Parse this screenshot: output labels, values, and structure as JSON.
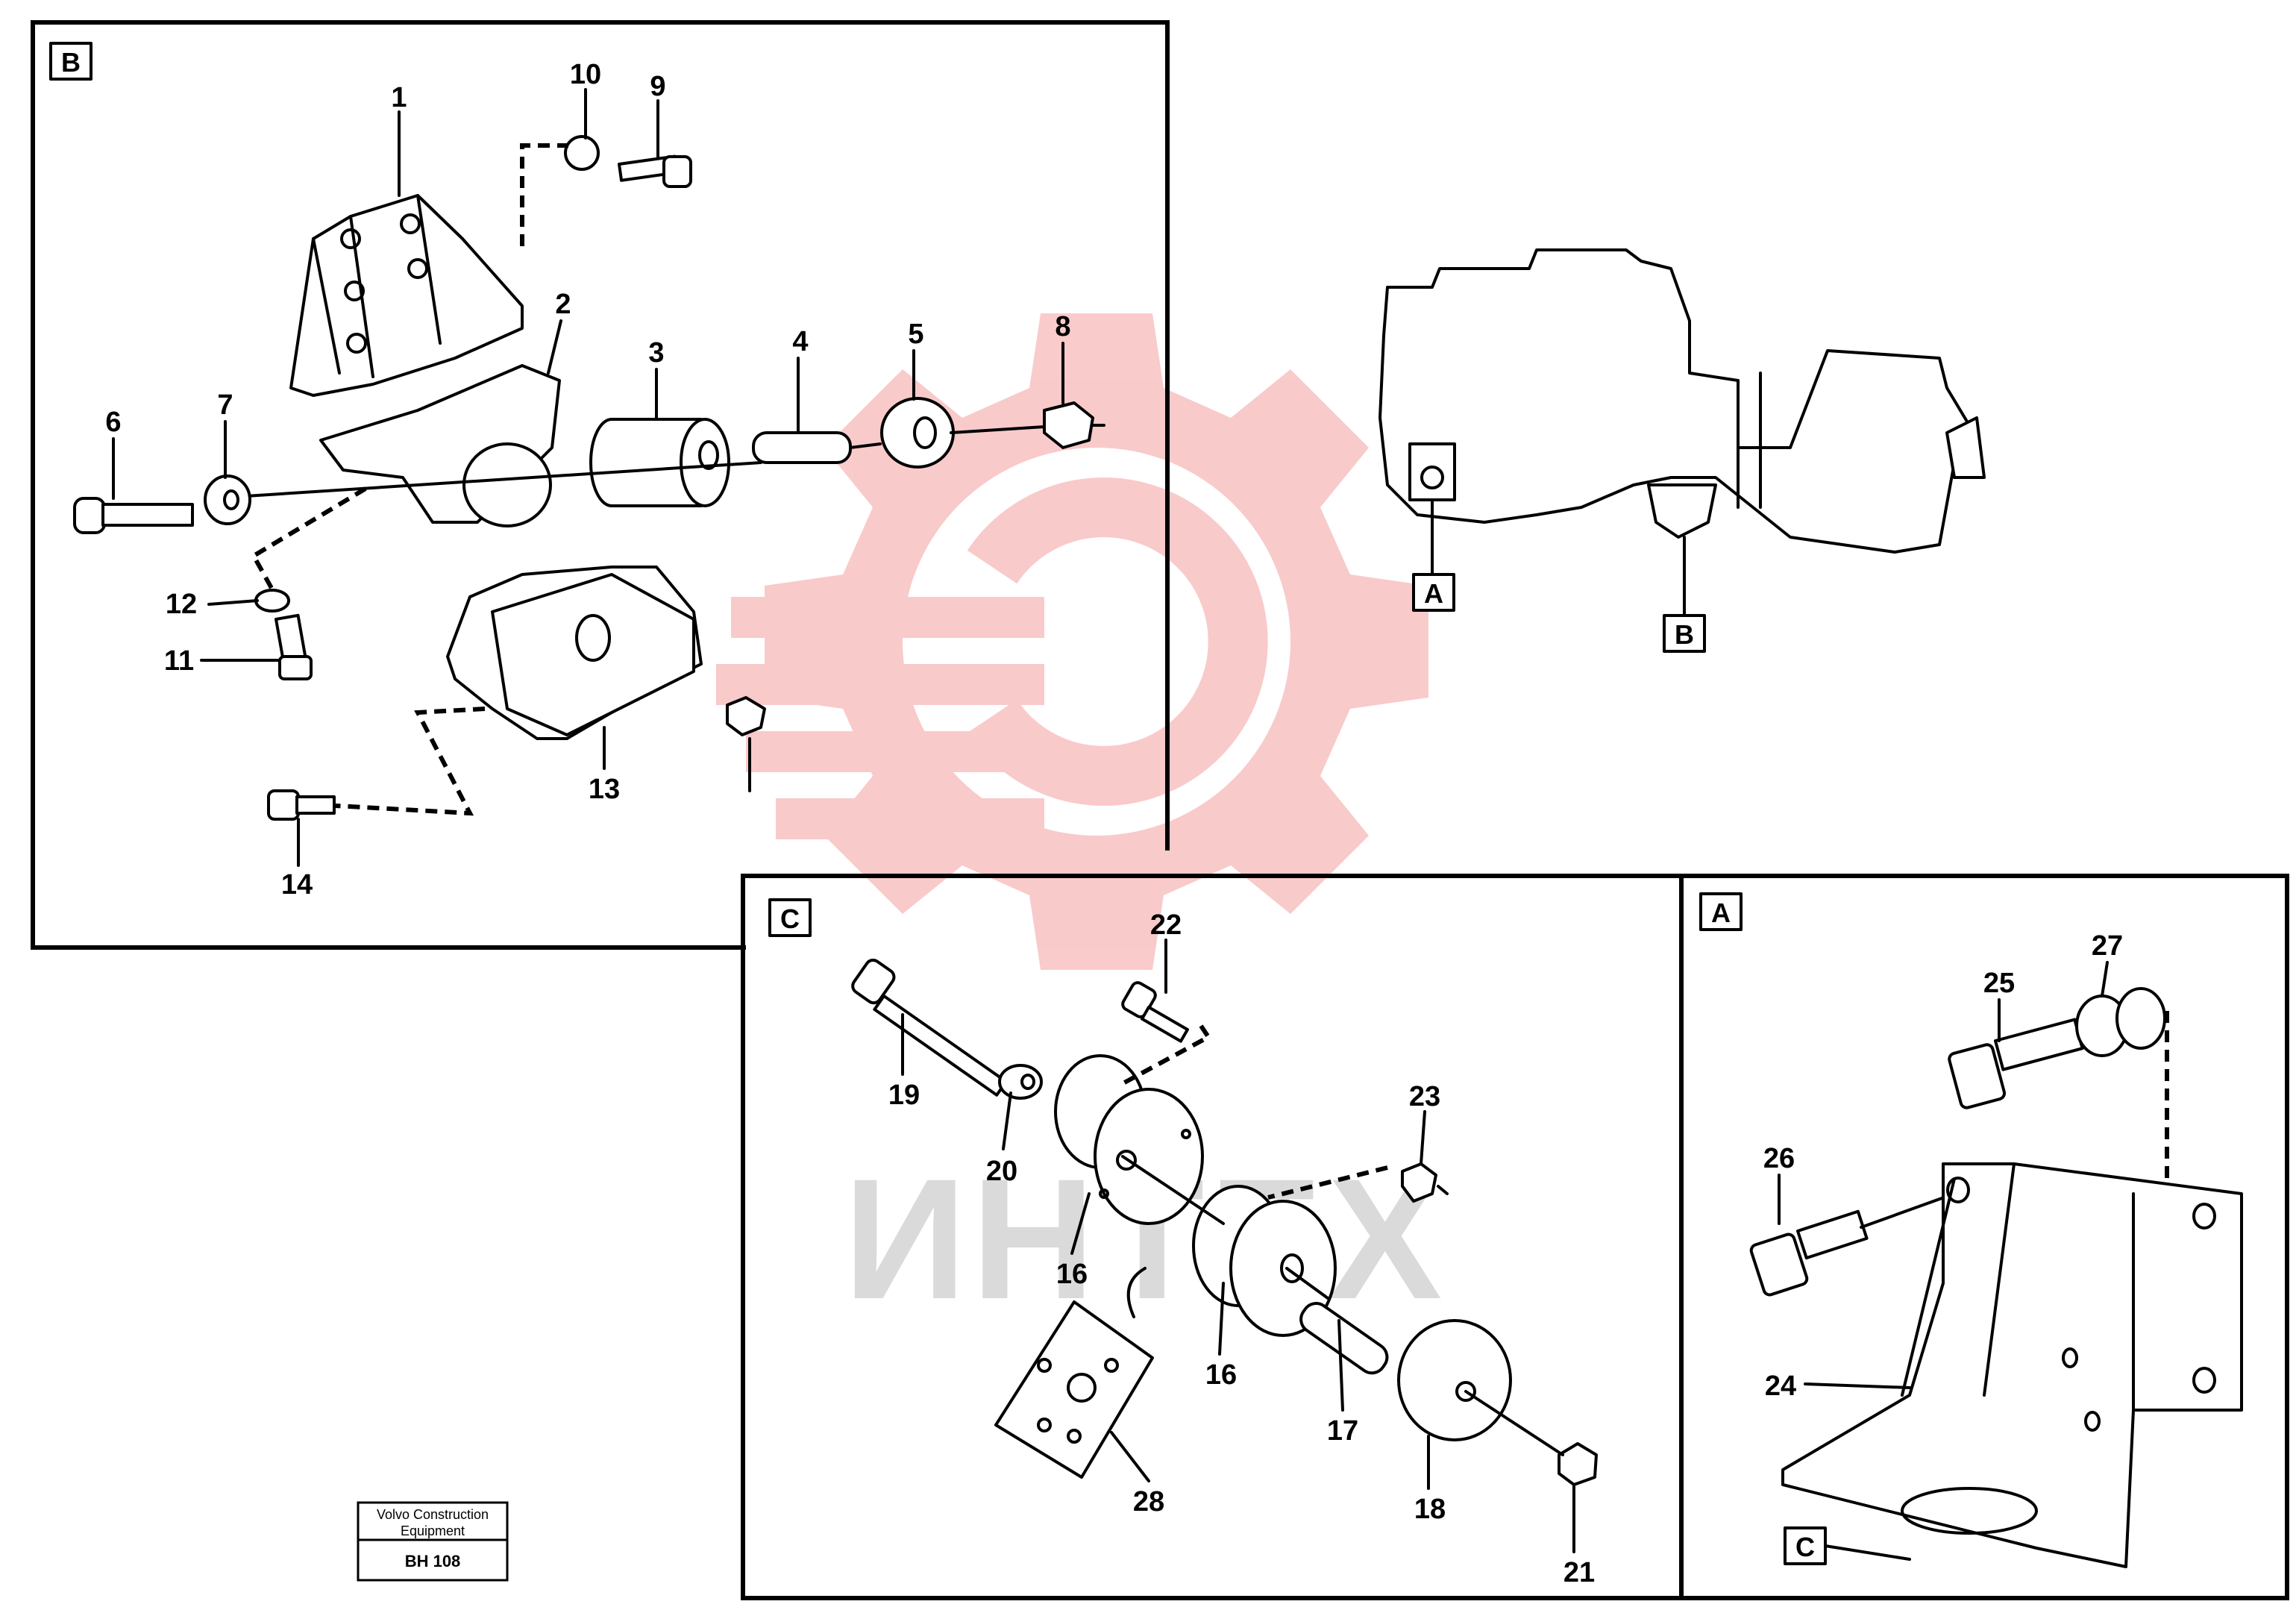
{
  "watermark": {
    "text": "ИНТЕХ",
    "color": "#f06a6a"
  },
  "panels": {
    "B": {
      "tag": "B"
    },
    "C": {
      "tag": "C"
    },
    "A": {
      "tag": "A"
    },
    "overview": {
      "tag_A": "A",
      "tag_B": "B"
    },
    "A_ref_C": "C"
  },
  "callouts": {
    "n1": "1",
    "n2": "2",
    "n3": "3",
    "n4": "4",
    "n5": "5",
    "n6": "6",
    "n7": "7",
    "n8": "8",
    "n9": "9",
    "n10": "10",
    "n11": "11",
    "n12": "12",
    "n13": "13",
    "n14": "14",
    "n16a": "16",
    "n16b": "16",
    "n17": "17",
    "n18": "18",
    "n19": "19",
    "n20": "20",
    "n21": "21",
    "n22": "22",
    "n23": "23",
    "n24": "24",
    "n25": "25",
    "n26": "26",
    "n27": "27",
    "n28": "28"
  },
  "stamp": {
    "line1": "Volvo Construction",
    "line2": "Equipment",
    "code": "BH 108"
  }
}
